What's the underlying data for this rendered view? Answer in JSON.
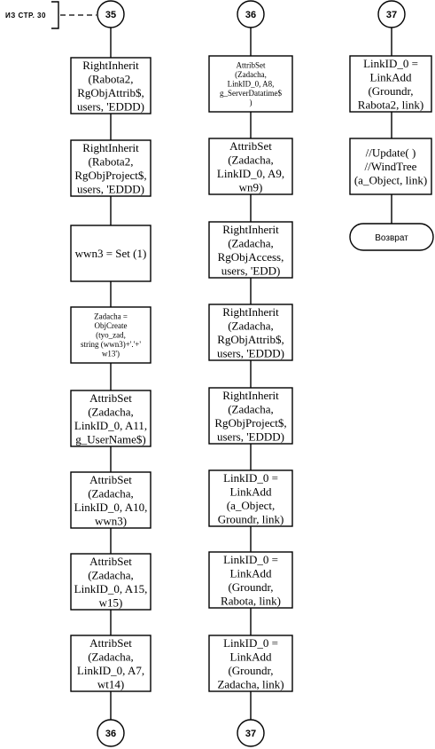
{
  "offpage": {
    "label": "ИЗ СТР. 30"
  },
  "columns": [
    {
      "id": "col1",
      "start_connector": "35",
      "end_connector": "36",
      "steps": [
        {
          "lines": [
            "RightInherit",
            "(Rabota2,",
            "RgObjAttrib$,",
            "users, 'EDDD)"
          ]
        },
        {
          "lines": [
            "RightInherit",
            "(Rabota2,",
            "RgObjProject$,",
            "users, 'EDDD)"
          ]
        },
        {
          "lines": [
            "wwn3 = Set (1)"
          ]
        },
        {
          "lines": [
            "Zadacha =",
            "ObjCreate",
            "(tyo_zad,",
            "string (wwn3)+'.'+'",
            "w13')"
          ]
        },
        {
          "lines": [
            "AttribSet",
            "(Zadacha,",
            "LinkID_0, A11,",
            "g_UserName$)"
          ]
        },
        {
          "lines": [
            "AttribSet",
            "(Zadacha,",
            "LinkID_0, A10,",
            "wwn3)"
          ]
        },
        {
          "lines": [
            "AttribSet",
            "(Zadacha,",
            "LinkID_0, A15,",
            "w15)"
          ]
        },
        {
          "lines": [
            "AttribSet",
            "(Zadacha,",
            "LinkID_0, A7,",
            "wt14)"
          ]
        }
      ]
    },
    {
      "id": "col2",
      "start_connector": "36",
      "end_connector": "37",
      "steps": [
        {
          "lines": [
            "AttribSet",
            "(Zadacha,",
            "LinkID_0, A8,",
            "g_ServerDatatime$",
            ")"
          ]
        },
        {
          "lines": [
            "AttribSet",
            "(Zadacha,",
            "LinkID_0, A9,",
            "wn9)"
          ]
        },
        {
          "lines": [
            "RightInherit",
            "(Zadacha,",
            "RgObjAccess,",
            "users, 'EDD)"
          ]
        },
        {
          "lines": [
            "RightInherit",
            "(Zadacha,",
            "RgObjAttrib$,",
            "users, 'EDDD)"
          ]
        },
        {
          "lines": [
            "RightInherit",
            "(Zadacha,",
            "RgObjProject$,",
            "users, 'EDDD)"
          ]
        },
        {
          "lines": [
            "LinkID_0 =",
            "LinkAdd",
            "(a_Object,",
            "Groundr, link)"
          ]
        },
        {
          "lines": [
            "LinkID_0 =",
            "LinkAdd",
            "(Groundr,",
            "Rabota, link)"
          ]
        },
        {
          "lines": [
            "LinkID_0 =",
            "LinkAdd",
            "(Groundr,",
            "Zadacha, link)"
          ]
        }
      ]
    },
    {
      "id": "col3",
      "start_connector": "37",
      "steps": [
        {
          "lines": [
            "LinkID_0 =",
            "LinkAdd",
            "(Groundr,",
            "Rabota2, link)"
          ]
        },
        {
          "lines": [
            "//Update( )",
            "//WindTree",
            "(a_Object, link)"
          ]
        }
      ],
      "terminator": "Возврат"
    }
  ]
}
